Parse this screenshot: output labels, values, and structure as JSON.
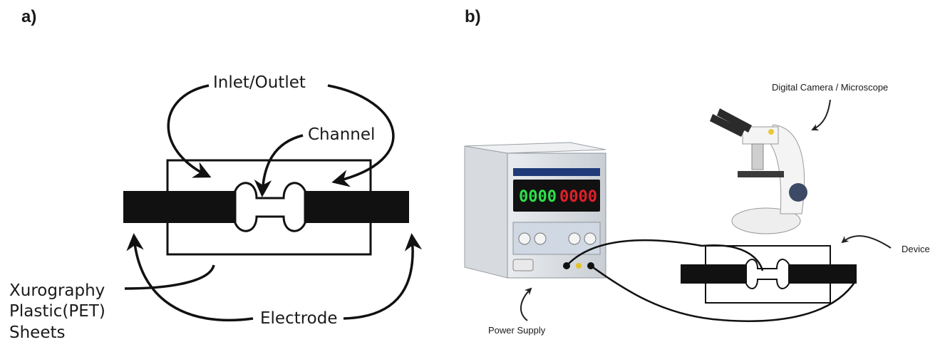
{
  "panels": [
    {
      "label": "a)"
    },
    {
      "label": "b)"
    }
  ],
  "panel_a": {
    "inlet_outlet": "Inlet/Outlet",
    "channel": "Channel",
    "sheets_line1": "Xurography",
    "sheets_line2": "Plastic(PET)",
    "sheets_line3": "Sheets",
    "electrode": "Electrode"
  },
  "panel_b": {
    "camera_label": "Digital Camera / Microscope",
    "device_label": "Device",
    "power_supply_label": "Power Supply",
    "display_left": "0000",
    "display_right": "0000",
    "display_left_color": "#2ee04a",
    "display_right_color": "#e0202a"
  }
}
